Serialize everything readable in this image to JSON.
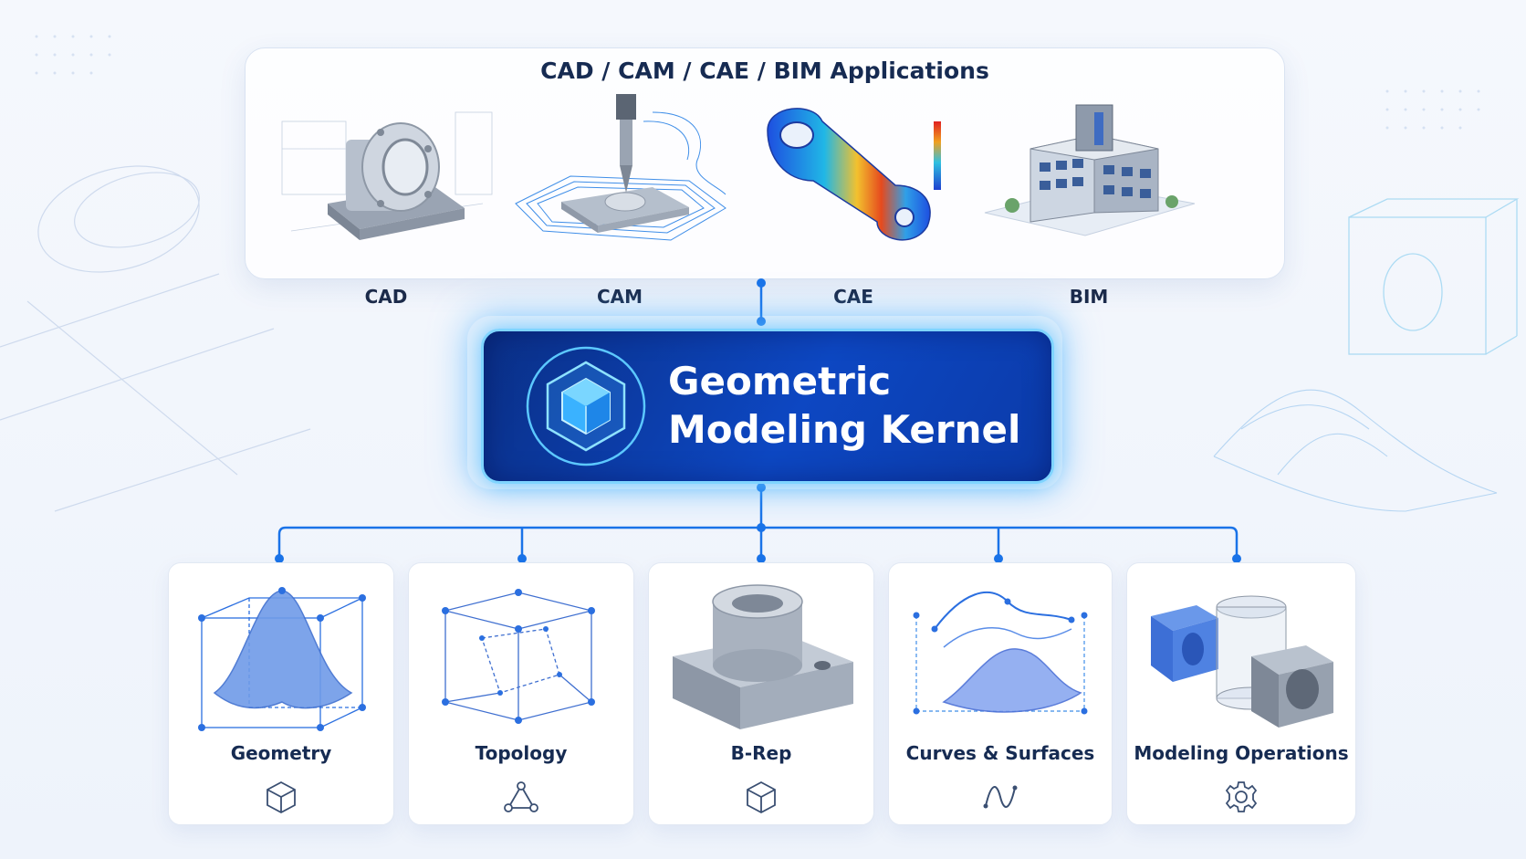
{
  "applications": {
    "title": "CAD / CAM / CAE / BIM Applications",
    "items": [
      {
        "label": "CAD"
      },
      {
        "label": "CAM"
      },
      {
        "label": "CAE"
      },
      {
        "label": "BIM"
      }
    ]
  },
  "kernel": {
    "line1": "Geometric",
    "line2": "Modeling Kernel"
  },
  "components": [
    {
      "label": "Geometry",
      "icon": "cube-outline-icon"
    },
    {
      "label": "Topology",
      "icon": "triangle-nodes-icon"
    },
    {
      "label": "B-Rep",
      "icon": "cube-outline-icon"
    },
    {
      "label": "Curves & Surfaces",
      "icon": "wave-curve-icon"
    },
    {
      "label": "Modeling Operations",
      "icon": "gear-icon"
    }
  ],
  "colors": {
    "kernel_fill": "#0d47c2",
    "connector": "#1a73e8",
    "accent_glow": "#7fd4ff"
  }
}
